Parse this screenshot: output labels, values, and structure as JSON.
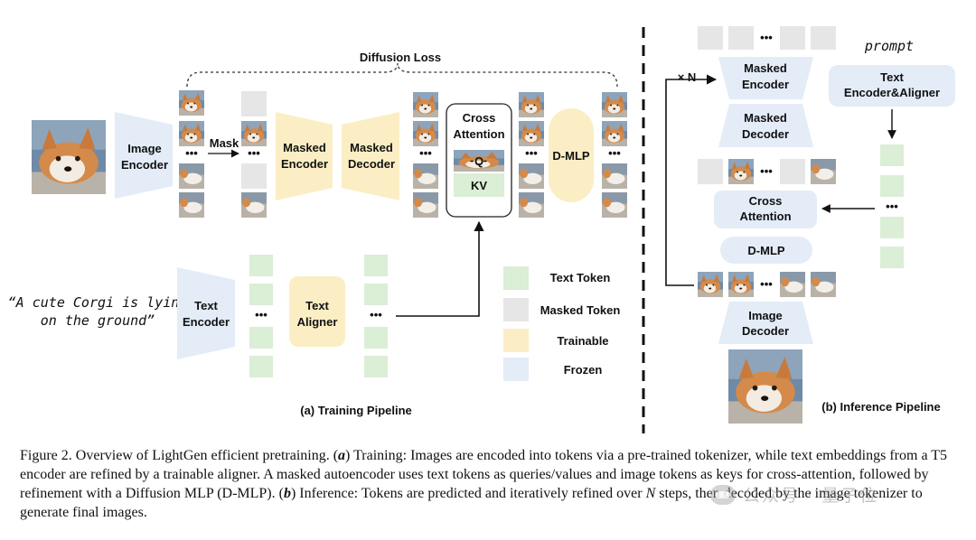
{
  "diagram": {
    "diffusion_loss": "Diffusion Loss",
    "image_encoder": [
      "Image",
      "Encoder"
    ],
    "mask": "Mask",
    "masked_encoder": [
      "Masked",
      "Encoder"
    ],
    "masked_decoder": [
      "Masked",
      "Decoder"
    ],
    "cross_attention": [
      "Cross",
      "Attention"
    ],
    "q": "Q",
    "kv": "KV",
    "dmlp": "D-MLP",
    "prompt_text": [
      "“A cute Corgi is lying",
      "on the ground”"
    ],
    "text_encoder": [
      "Text",
      "Encoder"
    ],
    "text_aligner": [
      "Text",
      "Aligner"
    ],
    "ellipsis": "•••",
    "training_title": "(a) Training Pipeline",
    "legend": [
      {
        "label": "Text Token",
        "color": "#dbeed6"
      },
      {
        "label": "Masked Token",
        "color": "#e6e6e6"
      },
      {
        "label": "Trainable",
        "color": "#fbeec4"
      },
      {
        "label": "Frozen",
        "color": "#e3ecf7"
      }
    ],
    "inference": {
      "times_n": "× N",
      "prompt": "prompt",
      "text_encoder_aligner": [
        "Text",
        "Encoder&Aligner"
      ],
      "masked_encoder": [
        "Masked",
        "Encoder"
      ],
      "masked_decoder": [
        "Masked",
        "Decoder"
      ],
      "cross_attention": [
        "Cross",
        "Attention"
      ],
      "dmlp": "D-MLP",
      "image_decoder": [
        "Image",
        "Decoder"
      ],
      "title": "(b) Inference Pipeline"
    },
    "colors": {
      "text_token": "#dbeed6",
      "masked_token": "#e6e6e6",
      "trainable": "#fbeec4",
      "frozen": "#e3ecf7",
      "photo_sky": "#6f8aa6",
      "photo_fur": "#d48a4a",
      "photo_ground": "#b9b2a8"
    }
  },
  "caption": {
    "figure_label": "Figure 2.",
    "intro": " Overview of LightGen efficient pretraining. (",
    "a": "a",
    "training": ") Training: Images are encoded into tokens via a pre-trained tokenizer, while text embeddings from a T5 encoder are refined by a trainable aligner. A masked autoencoder uses text tokens as queries/values and image tokens as keys for cross-attention, followed by refinement with a Diffusion MLP (D-MLP). (",
    "b": "b",
    "inference_pre": ") Inference: Tokens are predicted and iteratively refined over ",
    "n": "N",
    "inference_post": " steps, then decoded by the image tokenizer to generate final images."
  },
  "watermark": "公众号 · 量子位"
}
